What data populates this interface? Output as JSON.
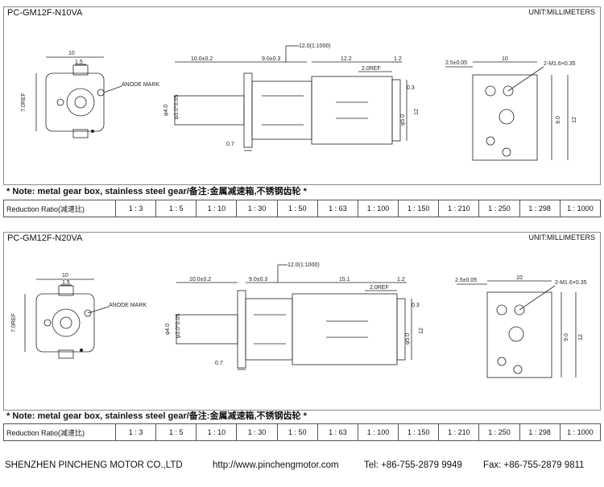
{
  "panels": [
    {
      "model": "PC-GM12F-N10VA",
      "unit": "UNIT:MILLIMETERS",
      "dims": {
        "width": "10",
        "pitch": "1.5",
        "anode": "ANODE MARK",
        "depth": "7.0REF",
        "shaft": "10.0±0.2",
        "gear": "9.0±0.3",
        "motor": "12.2",
        "tab": "1.2",
        "reduction_len": "12.0(1:1000)",
        "ref": "2.0REF",
        "d4": "φ4.0",
        "d3": "φ3.0°0.05",
        "small": "0.7",
        "t03": "0.3",
        "d5": "φ5.0",
        "h12": "12",
        "offset": "2.5±0.05",
        "screw": "2-M1.6×0.35",
        "h9": "9.0"
      }
    },
    {
      "model": "PC-GM12F-N20VA",
      "unit": "UNIT:MILLIMETERS",
      "dims": {
        "width": "10",
        "pitch": "1.5",
        "anode": "ANODE MARK",
        "depth": "7.0REF",
        "shaft": "10.0±0.2",
        "gear": "9.0±0.3",
        "motor": "15.1",
        "tab": "1.2",
        "reduction_len": "12.0(1:1000)",
        "ref": "2.0REF",
        "d4": "φ4.0",
        "d3": "φ3.0°0.05",
        "small": "0.7",
        "t03": "0.3",
        "d5": "φ5.0",
        "h12": "12",
        "offset": "2.5±0.05",
        "screw": "2-M1.6×0.35",
        "h9": "9.0"
      }
    }
  ],
  "note": "* Note: metal gear box, stainless steel gear/备注:金属减速箱,不锈钢齿轮 *",
  "ratio_table": {
    "header": "Reduction Ratio(减速比)",
    "values": [
      "1 : 3",
      "1 : 5",
      "1 : 10",
      "1 : 30",
      "1 : 50",
      "1 : 63",
      "1 : 100",
      "1 : 150",
      "1 : 210",
      "1 : 250",
      "1 : 298",
      "1 : 1000"
    ]
  },
  "footer": {
    "company": "SHENZHEN PINCHENG MOTOR CO.,LTD",
    "website": "http://www.pinchengmotor.com",
    "tel": "Tel: +86-755-2879 9949",
    "fax": "Fax: +86-755-2879 9811"
  }
}
